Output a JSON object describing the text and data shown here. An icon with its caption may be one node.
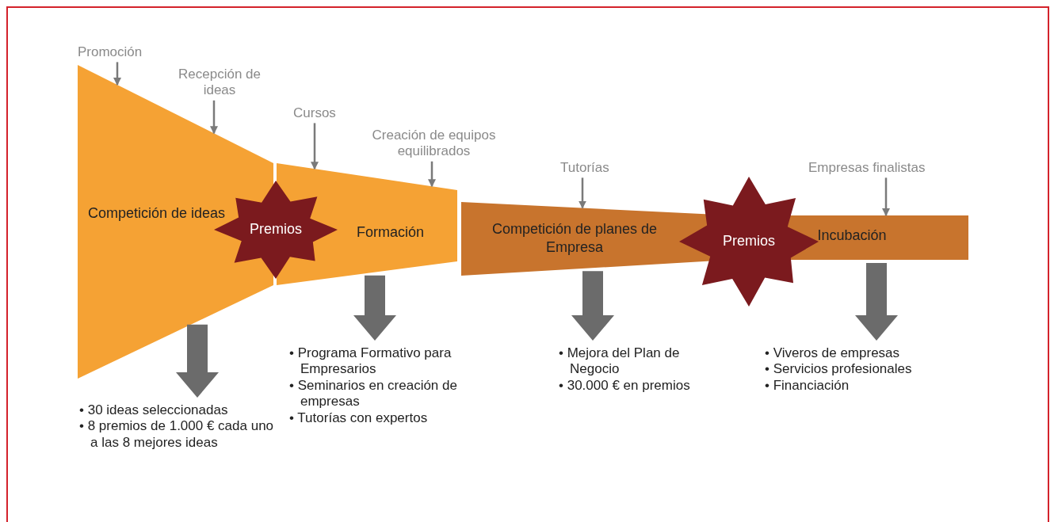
{
  "diagram": {
    "nodes": [
      {
        "text": [
          "Promoción"
        ]
      },
      {
        "text": [
          "Recepción de ideas"
        ]
      },
      {
        "text": [
          "Competición de ideas"
        ]
      },
      {
        "text": [
          "Premios"
        ]
      },
      {
        "text": [
          "Cursos"
        ]
      },
      {
        "text": [
          "Creación de equipos equilibrados"
        ]
      },
      {
        "text": [
          "Formación"
        ]
      },
      {
        "text": [
          "Tutorías"
        ]
      },
      {
        "text": [
          "Competición de planes de Empresa"
        ]
      },
      {
        "text": [
          "Premios"
        ]
      },
      {
        "text": [
          "Empresas finalistas"
        ]
      },
      {
        "text": [
          "Incubación"
        ]
      },
      {
        "text": [
          "• 30 ideas seleccionadas",
          "• 8 premios de 1.000 € cada uno a las 8 mejores ideas"
        ]
      },
      {
        "text": [
          "• Programa Formativo para Empresarios",
          "• Seminarios en creación de empresas",
          "• Tutorías con expertos"
        ]
      },
      {
        "text": [
          "• Mejora del Plan de Negocio",
          "• 30.000 € en premios"
        ]
      },
      {
        "text": [
          "• Viveros de empresas",
          "• Servicios profesionales",
          "• Financiación"
        ]
      }
    ],
    "edges": [
      {
        "from": 0,
        "to": 2,
        "arrow": "to"
      },
      {
        "from": 1,
        "to": 2,
        "arrow": "to"
      },
      {
        "from": 4,
        "to": 6,
        "arrow": "to"
      },
      {
        "from": 5,
        "to": 6,
        "arrow": "to"
      },
      {
        "from": 7,
        "to": 8,
        "arrow": "to"
      },
      {
        "from": 10,
        "to": 11,
        "arrow": "to"
      },
      {
        "from": 2,
        "to": 12,
        "arrow": "to",
        "style": "thick",
        "color": "#6b6b6b"
      },
      {
        "from": 6,
        "to": 13,
        "arrow": "to",
        "style": "thick",
        "color": "#6b6b6b"
      },
      {
        "from": 8,
        "to": 14,
        "arrow": "to",
        "style": "thick",
        "color": "#6b6b6b"
      },
      {
        "from": 11,
        "to": 15,
        "arrow": "to",
        "style": "thick",
        "color": "#6b6b6b"
      }
    ]
  }
}
